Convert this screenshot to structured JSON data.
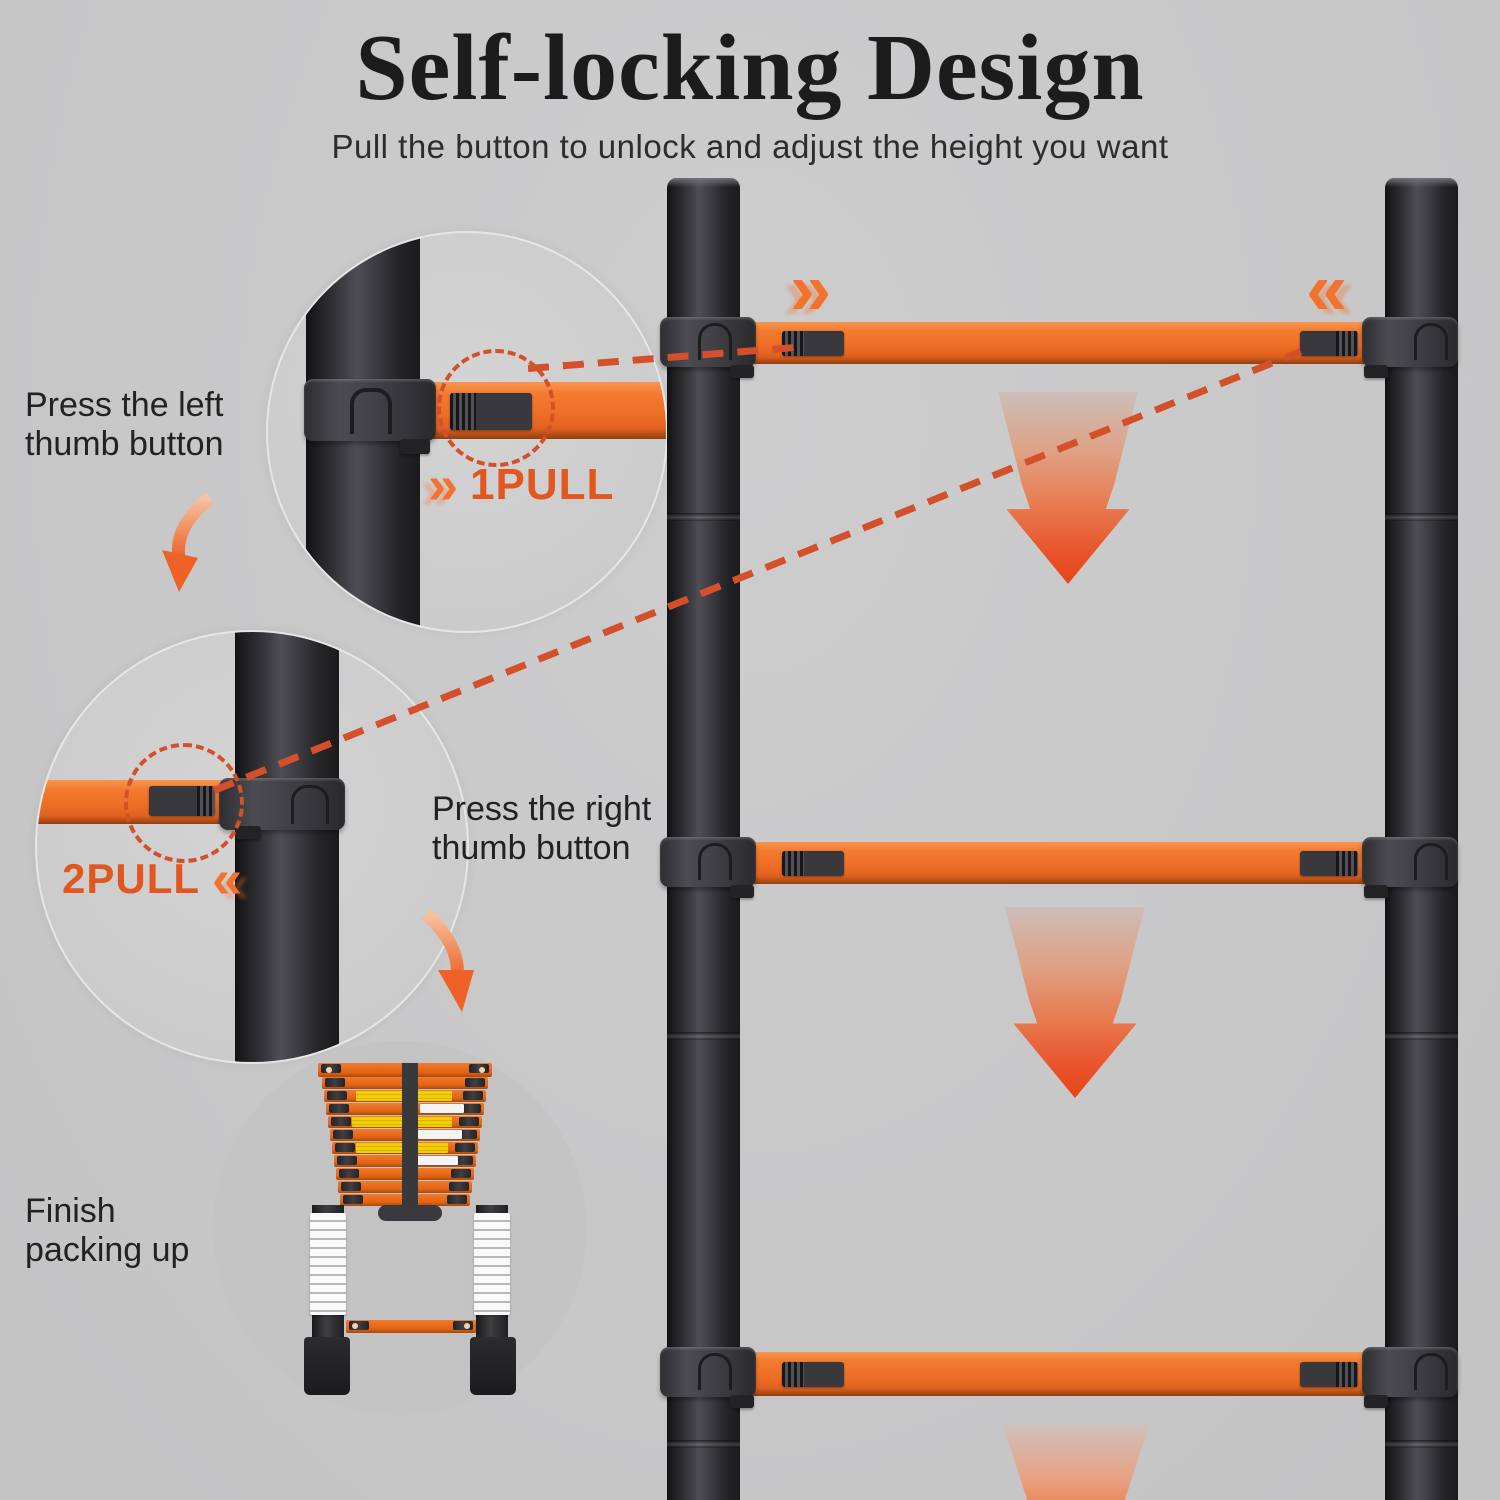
{
  "header": {
    "title": "Self-locking Design",
    "subtitle": "Pull the button to unlock and adjust the height you want"
  },
  "annotations": {
    "press_left": {
      "line1": "Press the left",
      "line2": "thumb button"
    },
    "press_right": {
      "line1": "Press the right",
      "line2": "thumb button"
    },
    "finish": {
      "line1": "Finish",
      "line2": "packing up"
    },
    "pull1": {
      "chevron": "»",
      "label": "1PULL"
    },
    "pull2": {
      "label": "2PULL",
      "chevron": "«"
    }
  },
  "ladder": {
    "rung1": {
      "chevron_left": "»",
      "chevron_right": "«"
    }
  },
  "colors": {
    "background": "#c8c8c9",
    "rung_orange": "#ee6f27",
    "dashed_annotation": "#d4502a",
    "pull_text": "#e2561f",
    "chevron_orange": "#f3722e",
    "title_text": "#1c1c1c",
    "body_text": "#222222",
    "rail_dark": "#2a2a2d"
  }
}
